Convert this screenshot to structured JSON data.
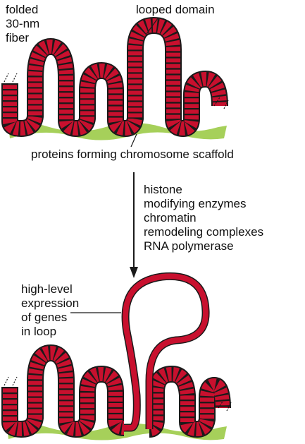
{
  "labels": {
    "folded_fiber": [
      "folded",
      "30-nm",
      "fiber"
    ],
    "looped_domain": "looped domain",
    "scaffold": "proteins forming chromosome scaffold",
    "enzymes": [
      "histone",
      "modifying enzymes",
      "chromatin",
      "remodeling complexes",
      "RNA polymerase"
    ],
    "expression": [
      "high-level",
      "expression",
      "of genes",
      "in loop"
    ]
  },
  "colors": {
    "chromatin_fill": "#c8102e",
    "chromatin_outline": "#1a1a1a",
    "scaffold": "#a6d05a",
    "stripe": "#1a1a1a",
    "arrow": "#1a1a1a"
  }
}
